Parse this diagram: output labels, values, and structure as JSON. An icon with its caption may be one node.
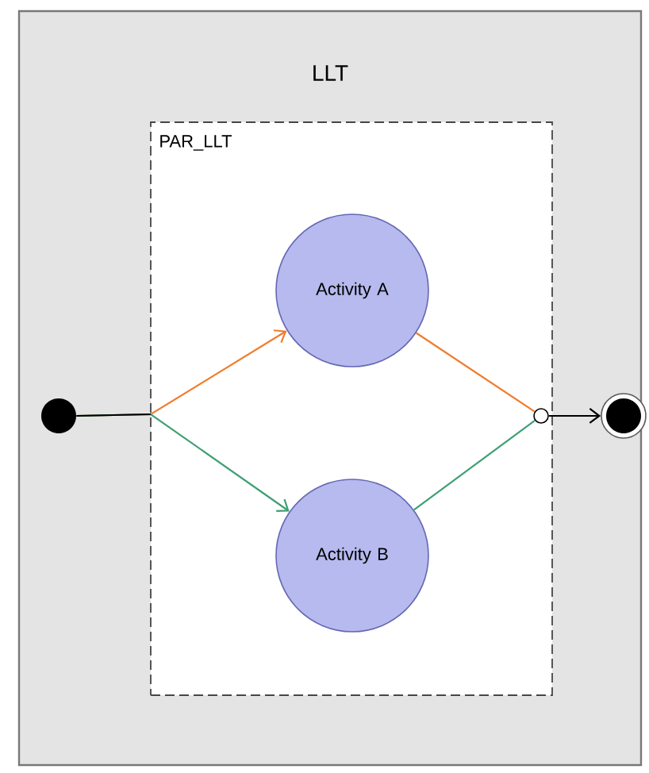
{
  "diagram": {
    "nodes": [
      {
        "text": [
          "LLT"
        ]
      },
      {
        "text": [
          "PAR_LLT"
        ],
        "in": 0
      },
      {
        "text": [],
        "shape": "dot",
        "in": 0
      },
      {
        "text": [
          "Activity A"
        ],
        "in": 1
      },
      {
        "text": [
          "Activity B"
        ],
        "in": 1
      },
      {
        "text": [],
        "shape": "circle",
        "in": 1
      },
      {
        "text": [],
        "shape": "bullseye"
      }
    ],
    "edges": [
      {
        "from": 2,
        "to": 3,
        "arrow": "to",
        "color": "#f07d2c"
      },
      {
        "from": 2,
        "to": 4,
        "arrow": "to",
        "color": "#3e9f74"
      },
      {
        "from": 3,
        "to": 5,
        "arrow": "none",
        "color": "#f07d2c"
      },
      {
        "from": 4,
        "to": 5,
        "arrow": "none",
        "color": "#3e9f74"
      },
      {
        "from": 5,
        "to": 6,
        "arrow": "to",
        "color": "#000000"
      }
    ]
  }
}
